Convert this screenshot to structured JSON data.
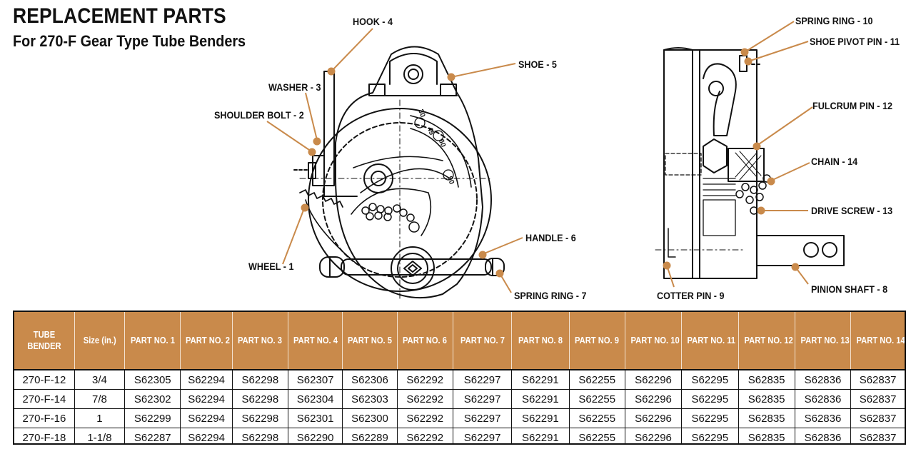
{
  "header": {
    "title": "REPLACEMENT PARTS",
    "subtitle": "For 270-F Gear Type Tube Benders"
  },
  "diagram": {
    "callouts": {
      "hook": "HOOK - 4",
      "shoe": "SHOE - 5",
      "washer": "WASHER - 3",
      "shoulder_bolt": "SHOULDER BOLT - 2",
      "wheel": "WHEEL - 1",
      "handle": "HANDLE - 6",
      "spring_ring_7": "SPRING RING - 7",
      "spring_ring_10": "SPRING RING - 10",
      "shoe_pivot_pin": "SHOE PIVOT PIN - 11",
      "fulcrum_pin": "FULCRUM PIN - 12",
      "chain": "CHAIN - 14",
      "drive_screw": "DRIVE SCREW - 13",
      "cotter_pin": "COTTER PIN - 9",
      "pinion_shaft": "PINION SHAFT - 8"
    },
    "dial_marks": [
      "30",
      "45",
      "60",
      "90"
    ],
    "accent_color": "#c98a4b"
  },
  "table": {
    "headers": [
      "TUBE BENDER",
      "Size (in.)",
      "PART NO. 1",
      "PART NO. 2",
      "PART NO. 3",
      "PART NO. 4",
      "PART NO. 5",
      "PART NO. 6",
      "PART NO. 7",
      "PART NO. 8",
      "PART NO. 9",
      "PART NO. 10",
      "PART NO. 11",
      "PART NO. 12",
      "PART NO. 13",
      "PART NO. 14"
    ],
    "rows": [
      [
        "270-F-12",
        "3/4",
        "S62305",
        "S62294",
        "S62298",
        "S62307",
        "S62306",
        "S62292",
        "S62297",
        "S62291",
        "S62255",
        "S62296",
        "S62295",
        "S62835",
        "S62836",
        "S62837"
      ],
      [
        "270-F-14",
        "7/8",
        "S62302",
        "S62294",
        "S62298",
        "S62304",
        "S62303",
        "S62292",
        "S62297",
        "S62291",
        "S62255",
        "S62296",
        "S62295",
        "S62835",
        "S62836",
        "S62837"
      ],
      [
        "270-F-16",
        "1",
        "S62299",
        "S62294",
        "S62298",
        "S62301",
        "S62300",
        "S62292",
        "S62297",
        "S62291",
        "S62255",
        "S62296",
        "S62295",
        "S62835",
        "S62836",
        "S62837"
      ],
      [
        "270-F-18",
        "1-1/8",
        "S62287",
        "S62294",
        "S62298",
        "S62290",
        "S62289",
        "S62292",
        "S62297",
        "S62291",
        "S62255",
        "S62296",
        "S62295",
        "S62835",
        "S62836",
        "S62837"
      ]
    ]
  }
}
